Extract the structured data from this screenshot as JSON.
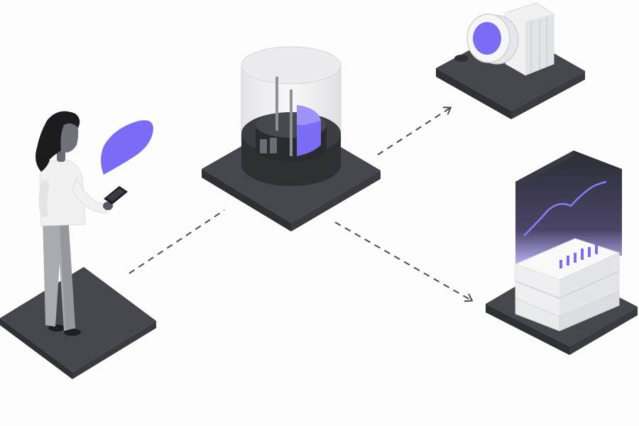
{
  "diagram": {
    "nodes": [
      {
        "id": "user",
        "kind": "person-with-phone",
        "icon": "person-icon"
      },
      {
        "id": "hub",
        "kind": "central-processing-unit",
        "icon": "cylinder-hub-icon"
      },
      {
        "id": "camera",
        "kind": "capture-device",
        "icon": "camera-icon"
      },
      {
        "id": "analytics",
        "kind": "analytics-server",
        "icon": "chart-server-icon"
      }
    ],
    "edges": [
      {
        "from": "user",
        "to": "hub",
        "style": "dashed",
        "arrow": false
      },
      {
        "from": "hub",
        "to": "camera",
        "style": "dashed",
        "arrow": true
      },
      {
        "from": "hub",
        "to": "analytics",
        "style": "dashed",
        "arrow": true
      }
    ],
    "colors": {
      "accent": "#7b6cf6",
      "platform_top": "#45474c",
      "platform_side": "#2f3034",
      "glass": "#e9eaec",
      "white": "#f4f4f5",
      "hair": "#2a2a2e",
      "connector": "#4a4c52"
    }
  }
}
